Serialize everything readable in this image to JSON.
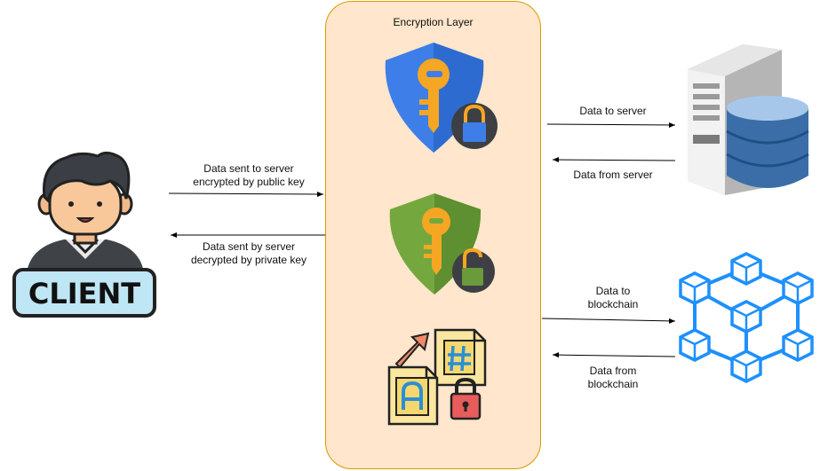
{
  "layer": {
    "title": "Encryption Layer"
  },
  "client": {
    "label": "CLIENT"
  },
  "edges": {
    "client_to_layer": [
      "Data sent to server",
      "encrypted by public key"
    ],
    "layer_to_client": [
      "Data sent by server",
      "decrypted by private key"
    ],
    "to_server": "Data to server",
    "from_server": "Data from server",
    "to_blockchain": [
      "Data to",
      "blockchain"
    ],
    "from_blockchain": [
      "Data from",
      "blockchain"
    ]
  },
  "colors": {
    "layer_fill": "#ffe6cc",
    "layer_border": "#d79b00",
    "blockchain": "#1e90ff",
    "shield_blue": "#3d7ee8",
    "shield_green": "#6a9a3a",
    "key": "#f5a623"
  },
  "icons": [
    "client-avatar-icon",
    "blue-shield-key-lock-icon",
    "green-shield-key-unlock-icon",
    "file-encryption-icon",
    "server-database-icon",
    "blockchain-icon"
  ]
}
